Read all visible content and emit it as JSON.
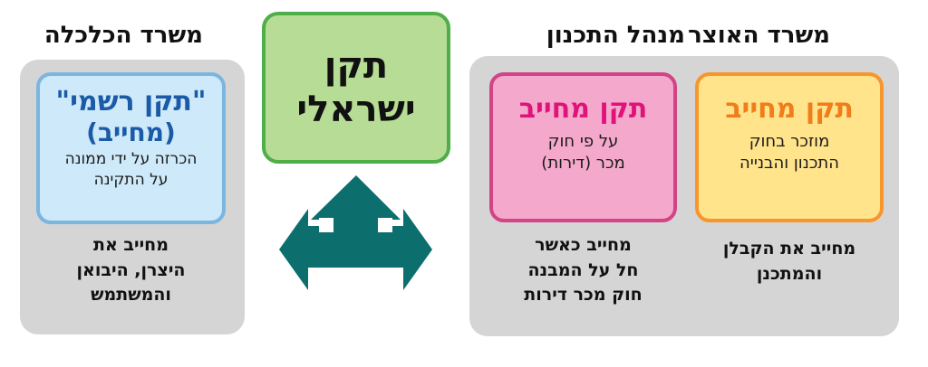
{
  "headings": {
    "economy": "משרד הכלכלה",
    "treasury": "משרד האוצר",
    "planning": "מנהל התכנון"
  },
  "center": {
    "line1": "תקן",
    "line2": "ישראלי"
  },
  "economy_box": {
    "title": "\"תקן רשמי\"",
    "subtitle": "(מחייב)",
    "desc1": "הכרזה על ידי ממונה",
    "desc2": "על התקינה"
  },
  "economy_note": {
    "line1": "מחייב את",
    "line2": "היצרן, היבואן",
    "line3": "והמשתמש"
  },
  "pink_box": {
    "title": "תקן מחייב",
    "desc1": "על פי חוק",
    "desc2": "מכר (דירות)"
  },
  "pink_note": {
    "line1": "מחייב כאשר",
    "line2": "חל על המבנה",
    "line3": "חוק מכר דירות"
  },
  "orange_box": {
    "title": "תקן מחייב",
    "desc1": "מוזכר בחוק",
    "desc2": "התכנון והבנייה"
  },
  "orange_note": {
    "line1": "מחייב את הקבלן",
    "line2": "והמתכנן"
  },
  "colors": {
    "panel": "#d5d5d6",
    "arrow": "#0d6e6e",
    "blue_fill": "#cde9fa",
    "blue_border": "#7ab6de",
    "blue_text": "#1a5aa6",
    "pink_fill": "#f4a9cc",
    "pink_border": "#d24486",
    "pink_text": "#e0137a",
    "orange_fill": "#ffe48c",
    "orange_border": "#f6962d",
    "orange_text": "#f07d1a",
    "green_fill": "#b6dc95",
    "green_border": "#4fae48"
  }
}
